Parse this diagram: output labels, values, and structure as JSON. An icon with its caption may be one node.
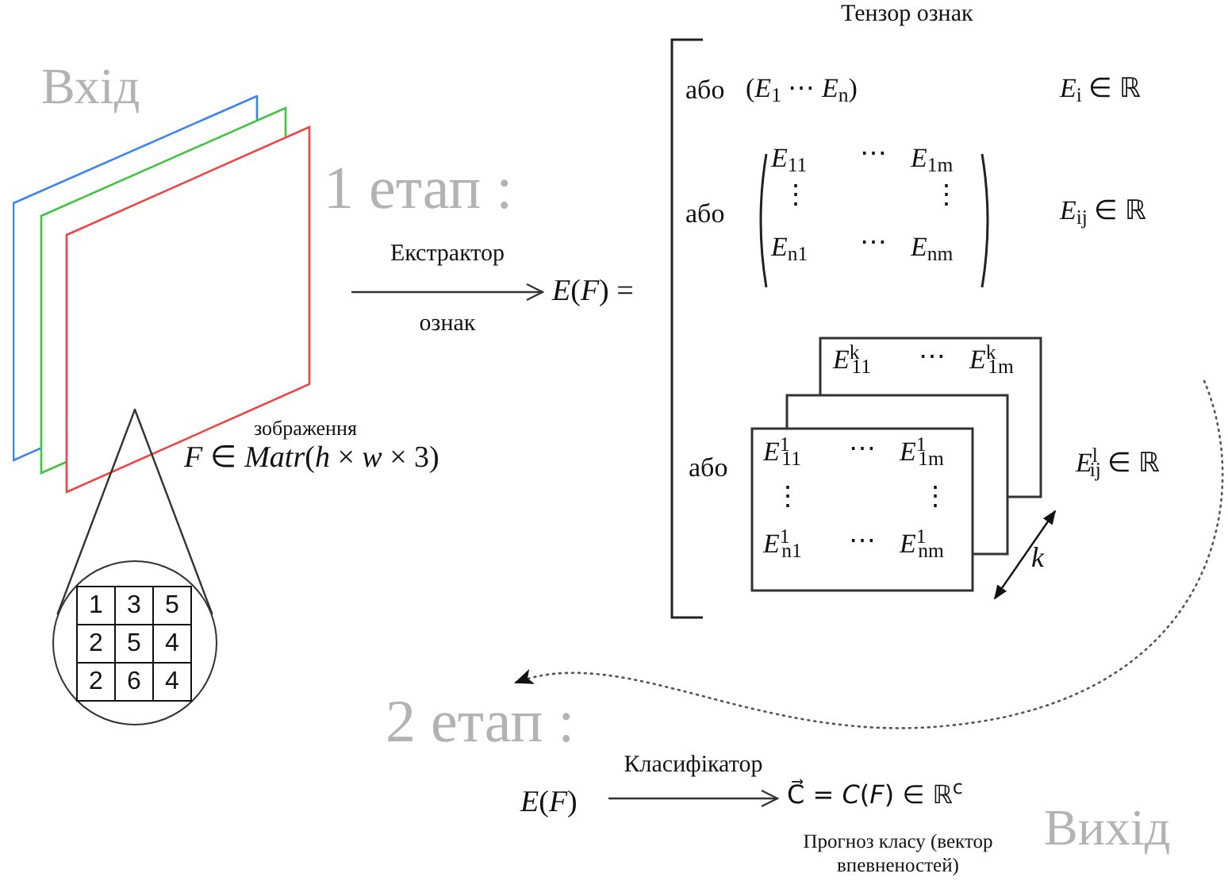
{
  "diagram": {
    "nodes": [
      {
        "text": [],
        "shape": "box"
      },
      {
        "text": [
          "1",
          "3",
          "5",
          "2",
          "5",
          "4",
          "2",
          "6",
          "4"
        ]
      },
      {
        "text": [
          "*E*(*F*) ="
        ]
      },
      {
        "text": [
          "Тензор ознак",
          "або",
          "(*E*$_{1}$ ⋯ *E*$_{n}$)",
          "*E*$_{i}$ ∈ ℝ",
          "або",
          "*E*$_{11}$",
          "⋯",
          "*E*$_{1m}$",
          "⋮",
          "⋮",
          "*E*$_{n1}$",
          "⋯",
          "*E*$_{nm}$",
          "*E*$_{ij}$ ∈ ℝ",
          "або",
          "*E*$^{l}$$_{ij}$ ∈ ℝ"
        ]
      },
      {
        "text": [
          "*E*$^{k}$$_{11}$",
          "⋯",
          "*E*$^{k}$$_{1m}$",
          "*E*$^{1}$$_{11}$",
          "⋯",
          "*E*$^{1}$$_{1m}$",
          "⋮",
          "⋮",
          "*E*$^{1}$$_{n1}$",
          "⋯",
          "*E*$^{1}$$_{nm}$"
        ],
        "in": 3
      },
      {
        "text": [
          "2 етап :"
        ]
      },
      {
        "text": [
          "*E*(*F*)"
        ]
      },
      {
        "text": [
          "C⃗ = *C*(*F*) ∈ ℝ$^{c}$"
        ],
        "beside": [
          "Прогноз класу (вектор впевненостей)"
        ]
      }
    ],
    "edges": [
      {
        "from": 0,
        "to": 1,
        "arrow": "none"
      },
      {
        "from": null,
        "to": 2,
        "arrow": "to",
        "label": "Екстрактор ознак"
      },
      {
        "from": 3,
        "to": 5,
        "arrow": "to",
        "style": "dashed"
      },
      {
        "from": 6,
        "to": 7,
        "arrow": "to",
        "label": "Класифікатор"
      }
    ],
    "labels": [
      "Вхід",
      "1 етап :",
      "зображення",
      "*F* ∈ *Matr*(*h* × *w* × 3)",
      "*k*",
      "Вихід"
    ]
  }
}
